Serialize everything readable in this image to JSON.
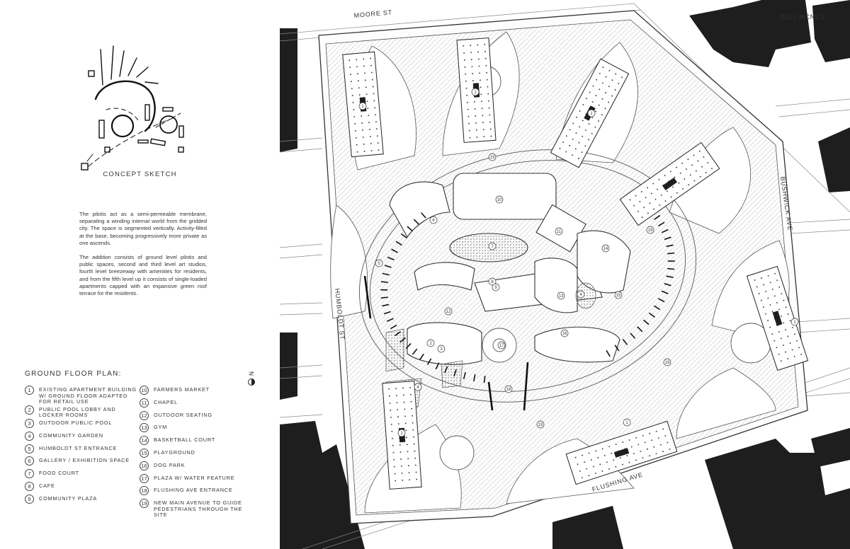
{
  "concept_sketch": {
    "caption": "CONCEPT SKETCH"
  },
  "description": {
    "paragraph_1": "The pilotis act as a semi-permeable membrane, separating a winding internal world from the gridded city. The space is segmented vertically. Activity-filled at the base, becoming progressively more  private as one ascends.",
    "paragraph_2": "The addition consists of ground level pilotis and public spaces, second and third level art studios, fourth level breezeway with amenities for residents, and from the fifth level up it consists of single-loaded apartments capped with  an expansive green roof terrace for the residents."
  },
  "legend": {
    "title": "GROUND FLOOR PLAN:",
    "north_label": "N",
    "items": [
      {
        "num": "1",
        "label": "EXISTING APARTMENT BUILDING W/ GROUND FLOOR ADAPTED FOR RETAIL USE"
      },
      {
        "num": "2",
        "label": "PUBLIC POOL LOBBY AND LOCKER ROOMS"
      },
      {
        "num": "3",
        "label": "OUTDOOR PUBLIC POOL"
      },
      {
        "num": "4",
        "label": "COMMUNITY GARDEN"
      },
      {
        "num": "5",
        "label": "HUMBOLDT ST ENTRANCE"
      },
      {
        "num": "6",
        "label": "GALLERY / EXHIBITION SPACE"
      },
      {
        "num": "7",
        "label": "FOOD COURT"
      },
      {
        "num": "8",
        "label": "CAFE"
      },
      {
        "num": "9",
        "label": "COMMUNITY PLAZA"
      },
      {
        "num": "10",
        "label": "FARMERS MARKET"
      },
      {
        "num": "11",
        "label": "CHAPEL"
      },
      {
        "num": "12",
        "label": "OUTDOOR SEATING"
      },
      {
        "num": "13",
        "label": "GYM"
      },
      {
        "num": "14",
        "label": "BASKETBALL COURT"
      },
      {
        "num": "15",
        "label": "PLAYGROUND"
      },
      {
        "num": "16",
        "label": "DOG PARK"
      },
      {
        "num": "17",
        "label": "PLAZA W/ WATER FEATURE"
      },
      {
        "num": "18",
        "label": "FLUSHING AVE ENTRANCE"
      },
      {
        "num": "19",
        "label": "NEW MAIN AVENUE TO GUIDE PEDESTRIANS THROUGH THE SITE"
      }
    ]
  },
  "streets": {
    "moore": "MOORE ST",
    "will_mcneil": "WILL MCNEIL",
    "bushwick": "BUSHWICK AVE",
    "humboldt": "HUMBOLDT ST",
    "flushing": "FLUSHING AVE"
  },
  "plan_numbers": {
    "n1": "1",
    "n2": "2",
    "n3": "3",
    "n4": "4",
    "n5": "5",
    "n6": "6",
    "n7": "7",
    "n8": "8",
    "n9": "9",
    "n10": "10",
    "n11": "11",
    "n12": "12",
    "n13": "13",
    "n14": "14",
    "n15": "15",
    "n16": "16",
    "n17": "17",
    "n18": "18",
    "n19": "19"
  },
  "colors": {
    "ink": "#222222",
    "building_fill": "#1e1e1e",
    "garden_fill": "#c9c9d6",
    "road_line": "#8a8a8a"
  }
}
